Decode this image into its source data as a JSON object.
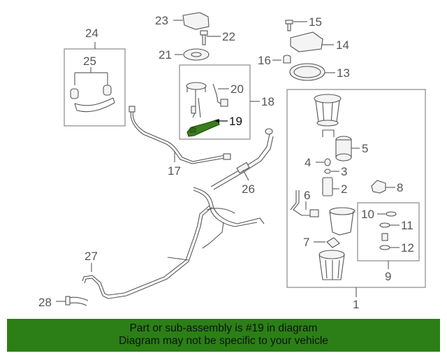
{
  "labels": {
    "l1": "1",
    "l2": "2",
    "l3": "3",
    "l4": "4",
    "l5": "5",
    "l6": "6",
    "l7": "7",
    "l8": "8",
    "l9": "9",
    "l10": "10",
    "l11": "11",
    "l12": "12",
    "l13": "13",
    "l14": "14",
    "l15": "15",
    "l16": "16",
    "l17": "17",
    "l18": "18",
    "l19": "19",
    "l20": "20",
    "l21": "21",
    "l22": "22",
    "l23": "23",
    "l24": "24",
    "l25": "25",
    "l26": "26",
    "l27": "27",
    "l28": "28"
  },
  "highlight": {
    "part_number": "19",
    "color": "#3a7d1e"
  },
  "banner": {
    "line1": "Part or sub-assembly is #19 in diagram",
    "line2": "Diagram may not be specific to your vehicle",
    "color": "#2b7f16"
  }
}
